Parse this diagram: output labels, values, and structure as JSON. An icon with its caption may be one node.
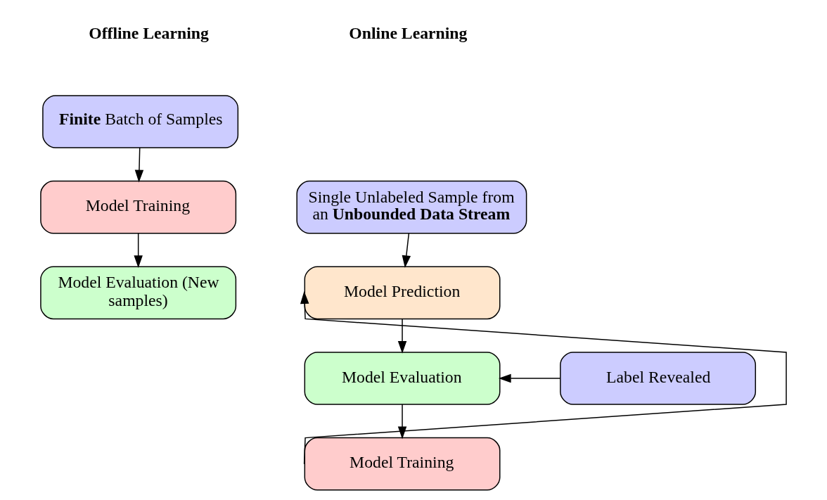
{
  "diagram": {
    "nodes": [
      {
        "text": [
          "**Finite** Batch of Samples"
        ]
      },
      {
        "text": [
          "Model Training"
        ]
      },
      {
        "text": [
          "Model Evaluation (New samples)"
        ]
      },
      {
        "text": [
          "Single Unlabeled Sample from an **Unbounded Data Stream**"
        ]
      },
      {
        "text": [
          "Model Prediction"
        ]
      },
      {
        "text": [
          "Label Revealed"
        ]
      },
      {
        "text": [
          "Model Evaluation"
        ]
      },
      {
        "text": [
          "Model Training"
        ]
      }
    ],
    "edges": [
      {
        "from": 0,
        "to": 1,
        "arrow": "to"
      },
      {
        "from": 1,
        "to": 2,
        "arrow": "to"
      },
      {
        "from": 3,
        "to": 4,
        "arrow": "to"
      },
      {
        "from": 4,
        "to": 6,
        "arrow": "to"
      },
      {
        "from": 5,
        "to": 6,
        "arrow": "to"
      },
      {
        "from": 6,
        "to": 7,
        "arrow": "to"
      },
      {
        "from": 7,
        "to": 4,
        "arrow": "to"
      }
    ],
    "labels": [
      "Offline Learning",
      "Online Learning"
    ]
  }
}
